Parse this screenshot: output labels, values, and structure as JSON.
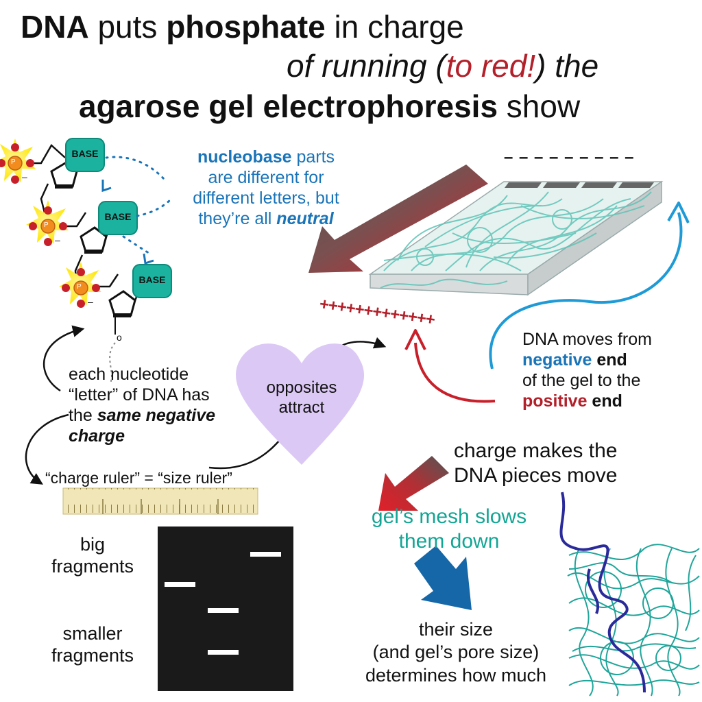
{
  "title": {
    "line1": {
      "a": "DNA",
      "b": " puts ",
      "c": "phosphate",
      "d": " in charge"
    },
    "line2": {
      "a": "of running (",
      "b": "to red!",
      "c": ") the"
    },
    "line3": {
      "a": "agarose gel electrophoresis",
      "b": " show"
    }
  },
  "nucleotide": {
    "base_label": "BASE",
    "phosphate_label": "P",
    "oxygen_label": "O",
    "minus_label": "–"
  },
  "nucleobase_note": {
    "l1": "nucleobase",
    "l1b": " parts",
    "l2": "are different for",
    "l3": "different letters, but",
    "l4a": "they’re all ",
    "l4b": "neutral"
  },
  "gel": {
    "plus_signs": "+++++++++++++",
    "dashes": "– – – – – – – – –"
  },
  "dna_moves": {
    "l1": "DNA moves from",
    "l2a": "negative",
    "l2b": " end",
    "l3": "of the gel to the",
    "l4a": "positive",
    "l4b": " end"
  },
  "nucleotide_note": {
    "l1": "each nucleotide",
    "l2": "“letter” of DNA has",
    "l3a": "the ",
    "l3b": "same negative",
    "l4": "charge"
  },
  "heart": {
    "l1": "opposites",
    "l2": "attract"
  },
  "ruler_caption": "“charge ruler” = “size ruler”",
  "big_fragments": {
    "l1": "big",
    "l2": "fragments"
  },
  "smaller_fragments": {
    "l1": "smaller",
    "l2": "fragments"
  },
  "charge_move": {
    "l1": "charge makes the",
    "l2": "DNA  pieces move"
  },
  "mesh_slows": {
    "l1": "gel’s mesh slows",
    "l2": "them down"
  },
  "size_note": {
    "l1": "their size",
    "l2": "(and gel’s pore size)",
    "l3": "determines how much"
  },
  "colors": {
    "red": "#b3202a",
    "blue": "#1a74b8",
    "teal": "#13a594",
    "lavender": "#d9c4f4",
    "base_teal": "#1bb39f",
    "gel_black": "#1a1a1a",
    "ruler": "#f0e6b8"
  }
}
